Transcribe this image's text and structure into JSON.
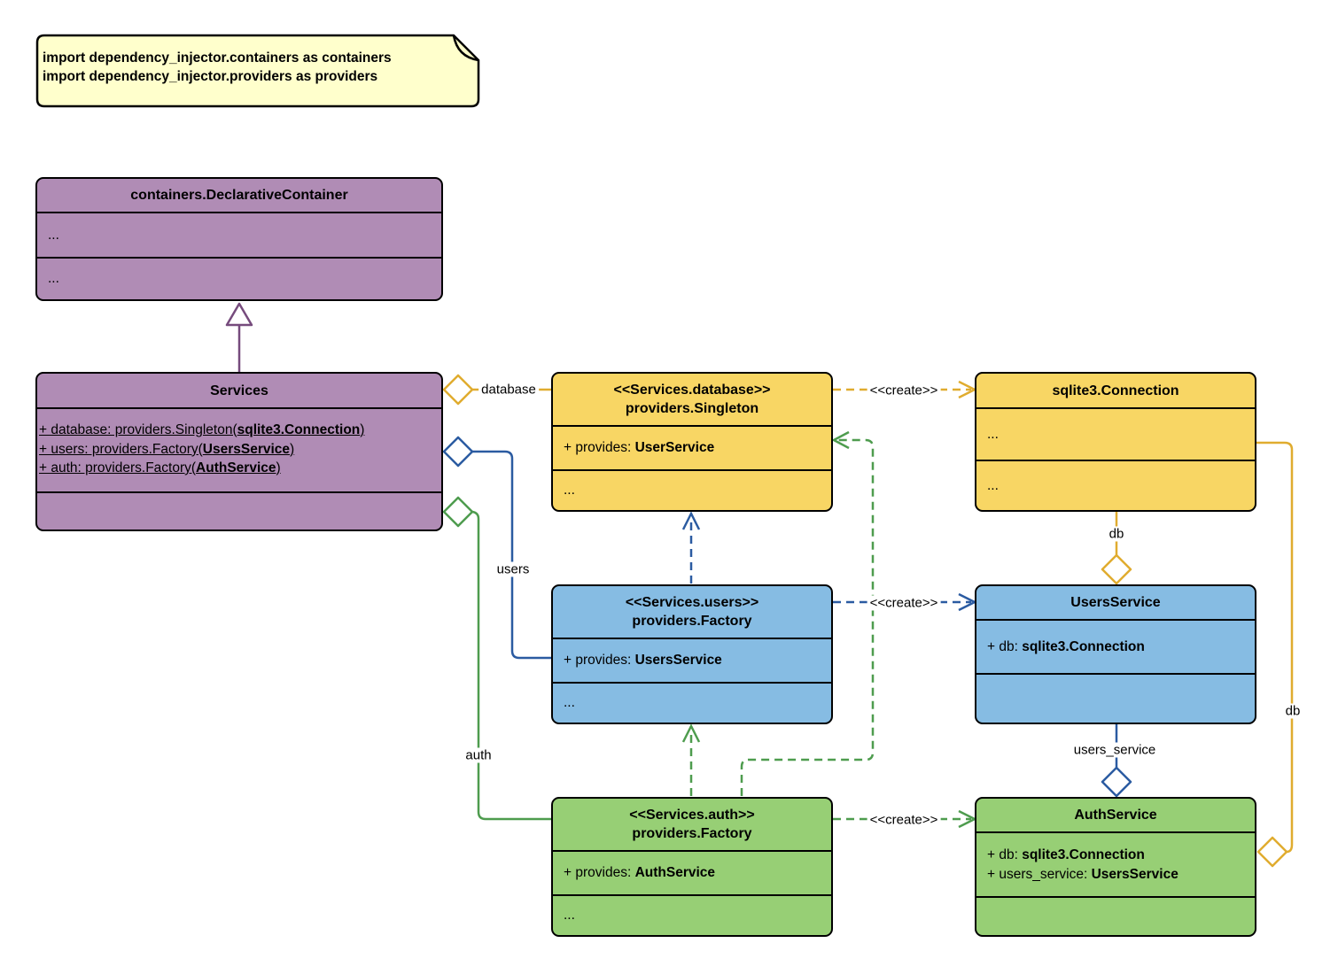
{
  "note": {
    "line1": "import dependency_injector.containers as containers",
    "line2": "import dependency_injector.providers as providers"
  },
  "classes": {
    "declarative_container": {
      "title": "containers.DeclarativeContainer",
      "row1": "...",
      "row2": "..."
    },
    "services": {
      "title": "Services",
      "attrs": [
        {
          "pre": "+ database: providers.Singleton(",
          "bold": "sqlite3.Connection",
          "post": ")"
        },
        {
          "pre": "+ users: providers.Factory(",
          "bold": "UsersService",
          "post": ")"
        },
        {
          "pre": "+ auth: providers.Factory(",
          "bold": "AuthService",
          "post": ")"
        }
      ]
    },
    "database_singleton": {
      "stereotype": "<<Services.database>>",
      "title": "providers.Singleton",
      "attr_pre": "+ provides: ",
      "attr_bold": "UserService",
      "more": "..."
    },
    "sqlite_connection": {
      "title": "sqlite3.Connection",
      "row1": "...",
      "row2": "..."
    },
    "users_factory": {
      "stereotype": "<<Services.users>>",
      "title": "providers.Factory",
      "attr_pre": "+ provides: ",
      "attr_bold": "UsersService",
      "more": "..."
    },
    "users_service": {
      "title": "UsersService",
      "attr_pre": "+ db: ",
      "attr_bold": "sqlite3.Connection"
    },
    "auth_factory": {
      "stereotype": "<<Services.auth>>",
      "title": "providers.Factory",
      "attr_pre": "+ provides: ",
      "attr_bold": "AuthService",
      "more": "..."
    },
    "auth_service": {
      "title": "AuthService",
      "attrs": [
        {
          "pre": "+ db: ",
          "bold": "sqlite3.Connection"
        },
        {
          "pre": "+ users_service: ",
          "bold": "UsersService"
        }
      ]
    }
  },
  "edge_labels": {
    "database": "database",
    "users": "users",
    "auth": "auth",
    "create_database": "<<create>>",
    "create_users": "<<create>>",
    "create_auth": "<<create>>",
    "db_users": "db",
    "db_auth": "db",
    "users_service": "users_service"
  },
  "colors": {
    "purple_fill": "#B08CB5",
    "yellow_fill": "#F8D664",
    "blue_fill": "#86BCE3",
    "green_fill": "#97CF75",
    "note_fill": "#FFFFCC",
    "border": "#000000",
    "purple_stroke": "#764B7D",
    "yellow_stroke": "#E0AC2F",
    "blue_stroke": "#2B5BA1",
    "green_stroke": "#4E9C4E"
  }
}
